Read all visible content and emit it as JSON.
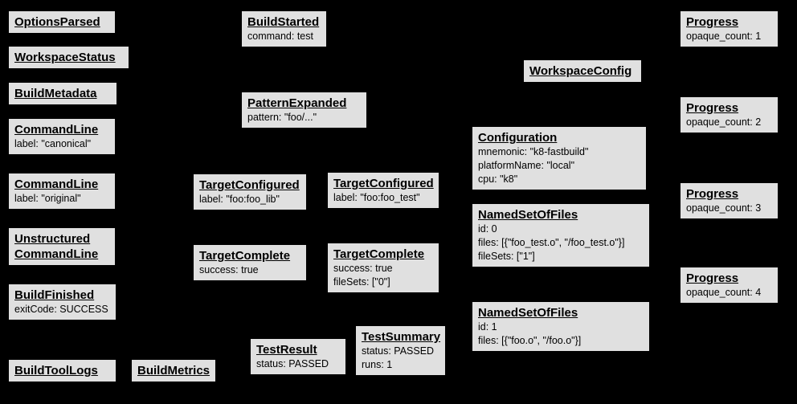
{
  "canvas": {
    "background_color": "#000000",
    "node_fill_color": "#e0e0e0",
    "node_border_color": "#000000",
    "node_text_color": "#000000"
  },
  "diagram": {
    "nodes": [
      {
        "title": "OptionsParsed",
        "lines": []
      },
      {
        "title": "WorkspaceStatus",
        "lines": []
      },
      {
        "title": "BuildMetadata",
        "lines": []
      },
      {
        "title": "CommandLine",
        "lines": [
          "label: \"canonical\""
        ]
      },
      {
        "title": "CommandLine",
        "lines": [
          "label: \"original\""
        ]
      },
      {
        "title": "Unstructured\nCommandLine",
        "lines": []
      },
      {
        "title": "BuildFinished",
        "lines": [
          "exitCode: SUCCESS"
        ]
      },
      {
        "title": "BuildToolLogs",
        "lines": []
      },
      {
        "title": "BuildMetrics",
        "lines": []
      },
      {
        "title": "BuildStarted",
        "lines": [
          "command: test"
        ]
      },
      {
        "title": "PatternExpanded",
        "lines": [
          "pattern: \"foo/...\""
        ]
      },
      {
        "title": "TargetConfigured",
        "lines": [
          "label: \"foo:foo_lib\""
        ]
      },
      {
        "title": "TargetConfigured",
        "lines": [
          "label: \"foo:foo_test\""
        ]
      },
      {
        "title": "TargetComplete",
        "lines": [
          "success: true"
        ]
      },
      {
        "title": "TargetComplete",
        "lines": [
          "success: true",
          "fileSets: [\"0\"]"
        ]
      },
      {
        "title": "TestResult",
        "lines": [
          "status: PASSED"
        ]
      },
      {
        "title": "TestSummary",
        "lines": [
          "status: PASSED",
          "runs: 1"
        ]
      },
      {
        "title": "WorkspaceConfig",
        "lines": []
      },
      {
        "title": "Configuration",
        "lines": [
          "mnemonic: \"k8-fastbuild\"",
          "platformName: \"local\"",
          "cpu: \"k8\""
        ]
      },
      {
        "title": "NamedSetOfFiles",
        "lines": [
          "id: 0",
          "files: [{\"foo_test.o\", \"/foo_test.o\"}]",
          "fileSets: [\"1\"]"
        ]
      },
      {
        "title": "NamedSetOfFiles",
        "lines": [
          "id: 1",
          "files: [{\"foo.o\", \"/foo.o\"}]"
        ]
      },
      {
        "title": "Progress",
        "lines": [
          "opaque_count: 1"
        ]
      },
      {
        "title": "Progress",
        "lines": [
          "opaque_count: 2"
        ]
      },
      {
        "title": "Progress",
        "lines": [
          "opaque_count: 3"
        ]
      },
      {
        "title": "Progress",
        "lines": [
          "opaque_count: 4"
        ]
      }
    ]
  }
}
